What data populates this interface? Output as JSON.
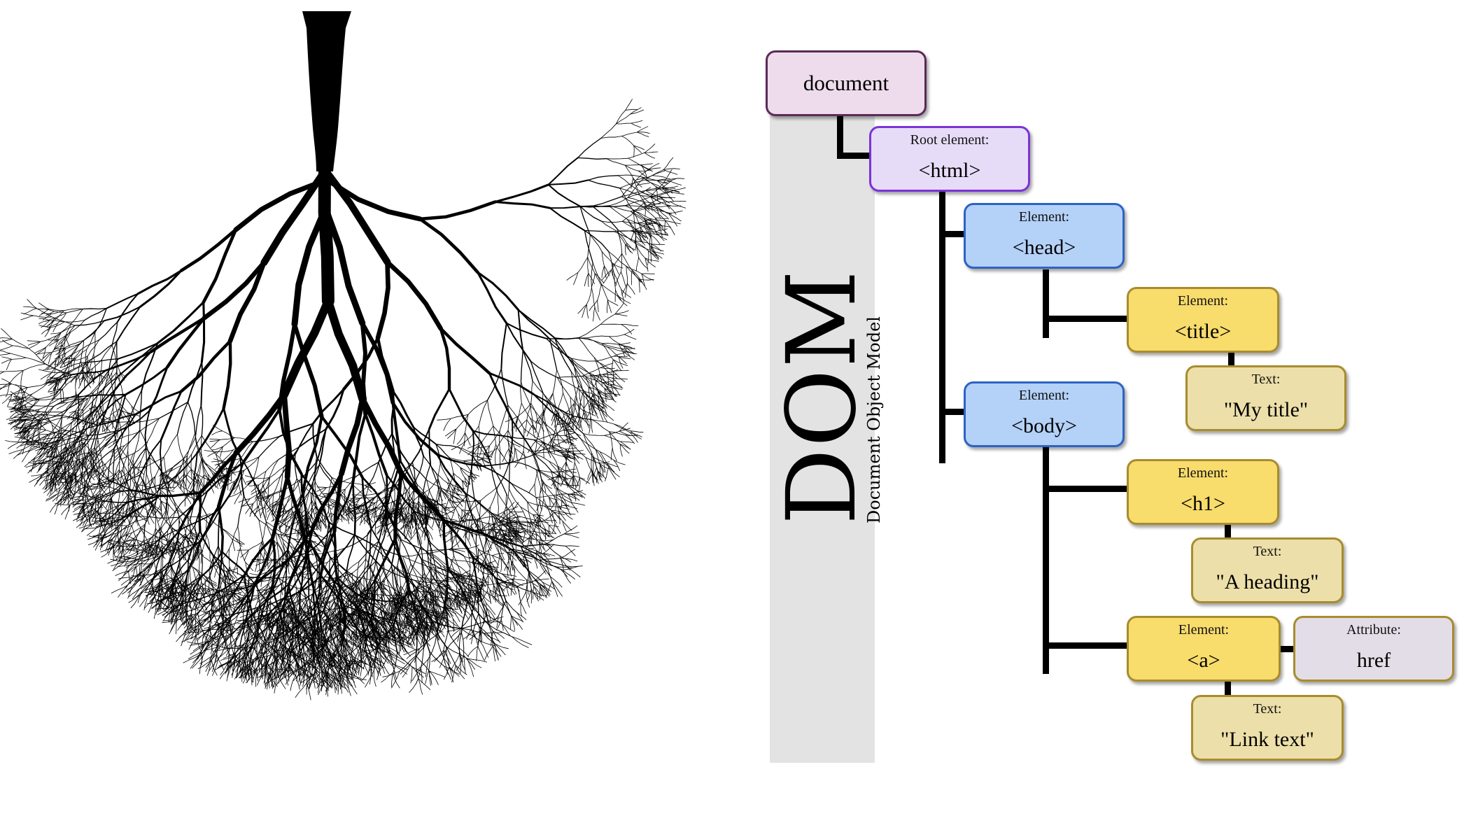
{
  "diagram": {
    "title": "DOM",
    "subtitle": "Document Object Model",
    "nodes": {
      "document": {
        "value": "document"
      },
      "html": {
        "kind": "Root element:",
        "value": "<html>"
      },
      "head": {
        "kind": "Element:",
        "value": "<head>"
      },
      "title": {
        "kind": "Element:",
        "value": "<title>"
      },
      "title_text": {
        "kind": "Text:",
        "value": "\"My title\""
      },
      "body": {
        "kind": "Element:",
        "value": "<body>"
      },
      "h1": {
        "kind": "Element:",
        "value": "<h1>"
      },
      "h1_text": {
        "kind": "Text:",
        "value": "\"A heading\""
      },
      "a": {
        "kind": "Element:",
        "value": "<a>"
      },
      "a_attr": {
        "kind": "Attribute:",
        "value": "href"
      },
      "a_text": {
        "kind": "Text:",
        "value": "\"Link text\""
      }
    },
    "colors": {
      "document": "#eedcec",
      "root": "#e7dcf8",
      "element_blue": "#b4d1f8",
      "element_yellow": "#f8dc6c",
      "text": "#ecdfa9",
      "attribute": "#e2dde6",
      "band": "#e3e3e3"
    },
    "illustration": "tree-root-silhouette"
  }
}
